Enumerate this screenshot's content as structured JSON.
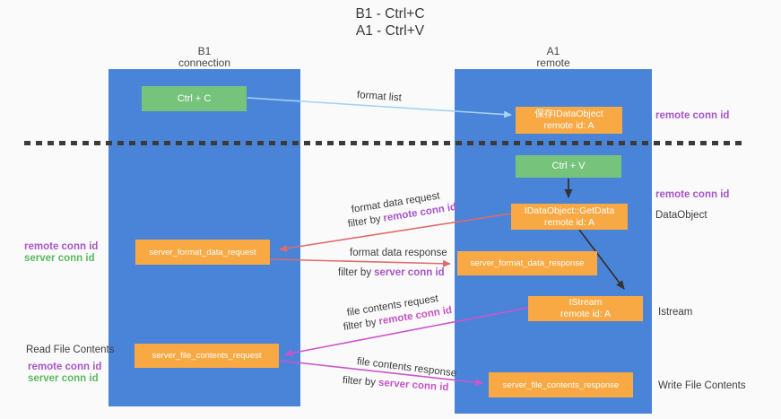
{
  "title": {
    "line1": "B1 - Ctrl+C",
    "line2": "A1 - Ctrl+V"
  },
  "lanes": {
    "b1": {
      "header1": "B1",
      "header2": "connection"
    },
    "a1": {
      "header1": "A1",
      "header2": "remote"
    }
  },
  "nodes": {
    "ctrl_c": {
      "label": "Ctrl + C"
    },
    "ctrl_v": {
      "label": "Ctrl + V"
    },
    "save_idataobject": {
      "line1": "保存IDataObject",
      "line2": "remote id: A"
    },
    "getdata": {
      "line1": "IDataObject::GetData",
      "line2": "remote id: A"
    },
    "istream": {
      "line1": "IStream",
      "line2": "remote id: A"
    },
    "format_request": {
      "label": "server_format_data_request"
    },
    "format_response": {
      "label": "server_format_data_response"
    },
    "file_request": {
      "label": "server_file_contents_request"
    },
    "file_response": {
      "label": "server_file_contents_response"
    }
  },
  "edges": {
    "format_list": "format list",
    "format_data_request": "format data request",
    "format_data_response": "format data response",
    "file_contents_request": "file contents request",
    "file_contents_response": "file contents response",
    "filter_by": "filter by",
    "remote_conn_id": "remote conn id",
    "server_conn_id": "server conn id"
  },
  "annotations": {
    "left": {
      "remote_conn_id": "remote conn id",
      "server_conn_id": "server conn id",
      "read_file_contents": "Read File Contents"
    },
    "right": {
      "remote_conn_id": "remote conn id",
      "dataobject": "DataObject",
      "istream": "Istream",
      "write_file_contents": "Write File Contents"
    }
  },
  "colors": {
    "lane_blue": "#4a84d9",
    "node_orange": "#f9a943",
    "node_green": "#76c47c",
    "arrow_lightblue": "#a5d3f0",
    "arrow_black": "#333333",
    "arrow_red": "#e06b6b",
    "arrow_magenta": "#cc55cc",
    "text_purple": "#a855c8",
    "text_magenta": "#c553c5",
    "text_green": "#5cb860",
    "dashed_divider": "#3b3b3b"
  }
}
